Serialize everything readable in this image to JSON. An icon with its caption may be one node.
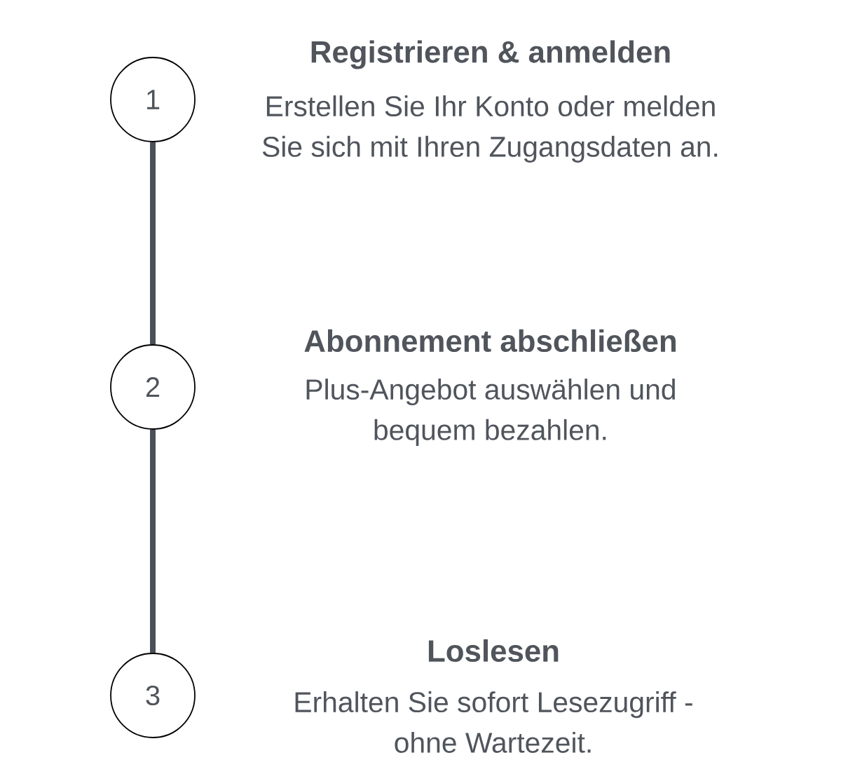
{
  "diagram": {
    "nodes": [
      {
        "text": [
          "1"
        ],
        "beside": [
          "Registrieren & anmelden",
          "Erstellen Sie Ihr Konto oder melden Sie sich mit Ihren Zugangsdaten an."
        ]
      },
      {
        "text": [
          "2"
        ],
        "beside": [
          "Abonnement abschließen",
          "Plus-Angebot auswählen und bequem bezahlen."
        ]
      },
      {
        "text": [
          "3"
        ],
        "beside": [
          "Loslesen",
          "Erhalten Sie sofort Lesezugriff - ohne Wartezeit."
        ]
      }
    ],
    "edges": [
      {
        "from": 0,
        "to": 1,
        "arrow": "none"
      },
      {
        "from": 1,
        "to": 2,
        "arrow": "none"
      }
    ]
  }
}
